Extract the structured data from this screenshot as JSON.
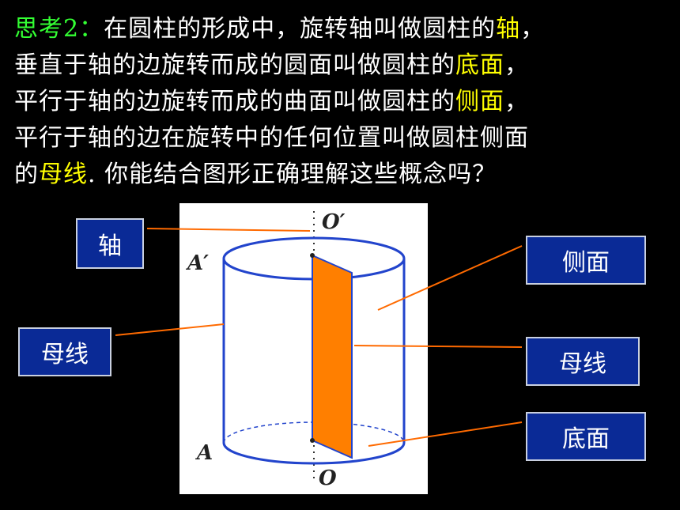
{
  "question": {
    "prefix": "思考2：",
    "line1_a": "在圆柱的形成中，旋转轴叫做圆柱的",
    "term_axis": "轴",
    "line1_end": "，",
    "line2_a": "垂直于轴的边旋转而成的圆面叫做圆柱的",
    "term_base": "底面",
    "line2_end": "，",
    "line3_a": "平行于轴的边旋转而成的曲面叫做圆柱的",
    "term_lateral": "侧面",
    "line3_end": "，",
    "line4": "平行于轴的边在旋转中的任何位置叫做圆柱侧面",
    "line5_a": "的",
    "term_generatrix": "母线",
    "line5_end": ". 你能结合图形正确理解这些概念吗？"
  },
  "labels": {
    "axis": "轴",
    "generatrix_left": "母线",
    "lateral": "侧面",
    "generatrix_right": "母线",
    "base": "底面"
  },
  "figure": {
    "point_top": "O′",
    "point_a_prime": "A′",
    "point_a": "A",
    "point_bottom": "O"
  },
  "colors": {
    "background": "#000000",
    "highlight_green": "#33ff33",
    "highlight_yellow": "#ffff00",
    "label_box": "#0a2a96",
    "leader_line": "#ff6a00",
    "cylinder": "#2244cc",
    "rectangle_fill": "#ff7f00"
  }
}
